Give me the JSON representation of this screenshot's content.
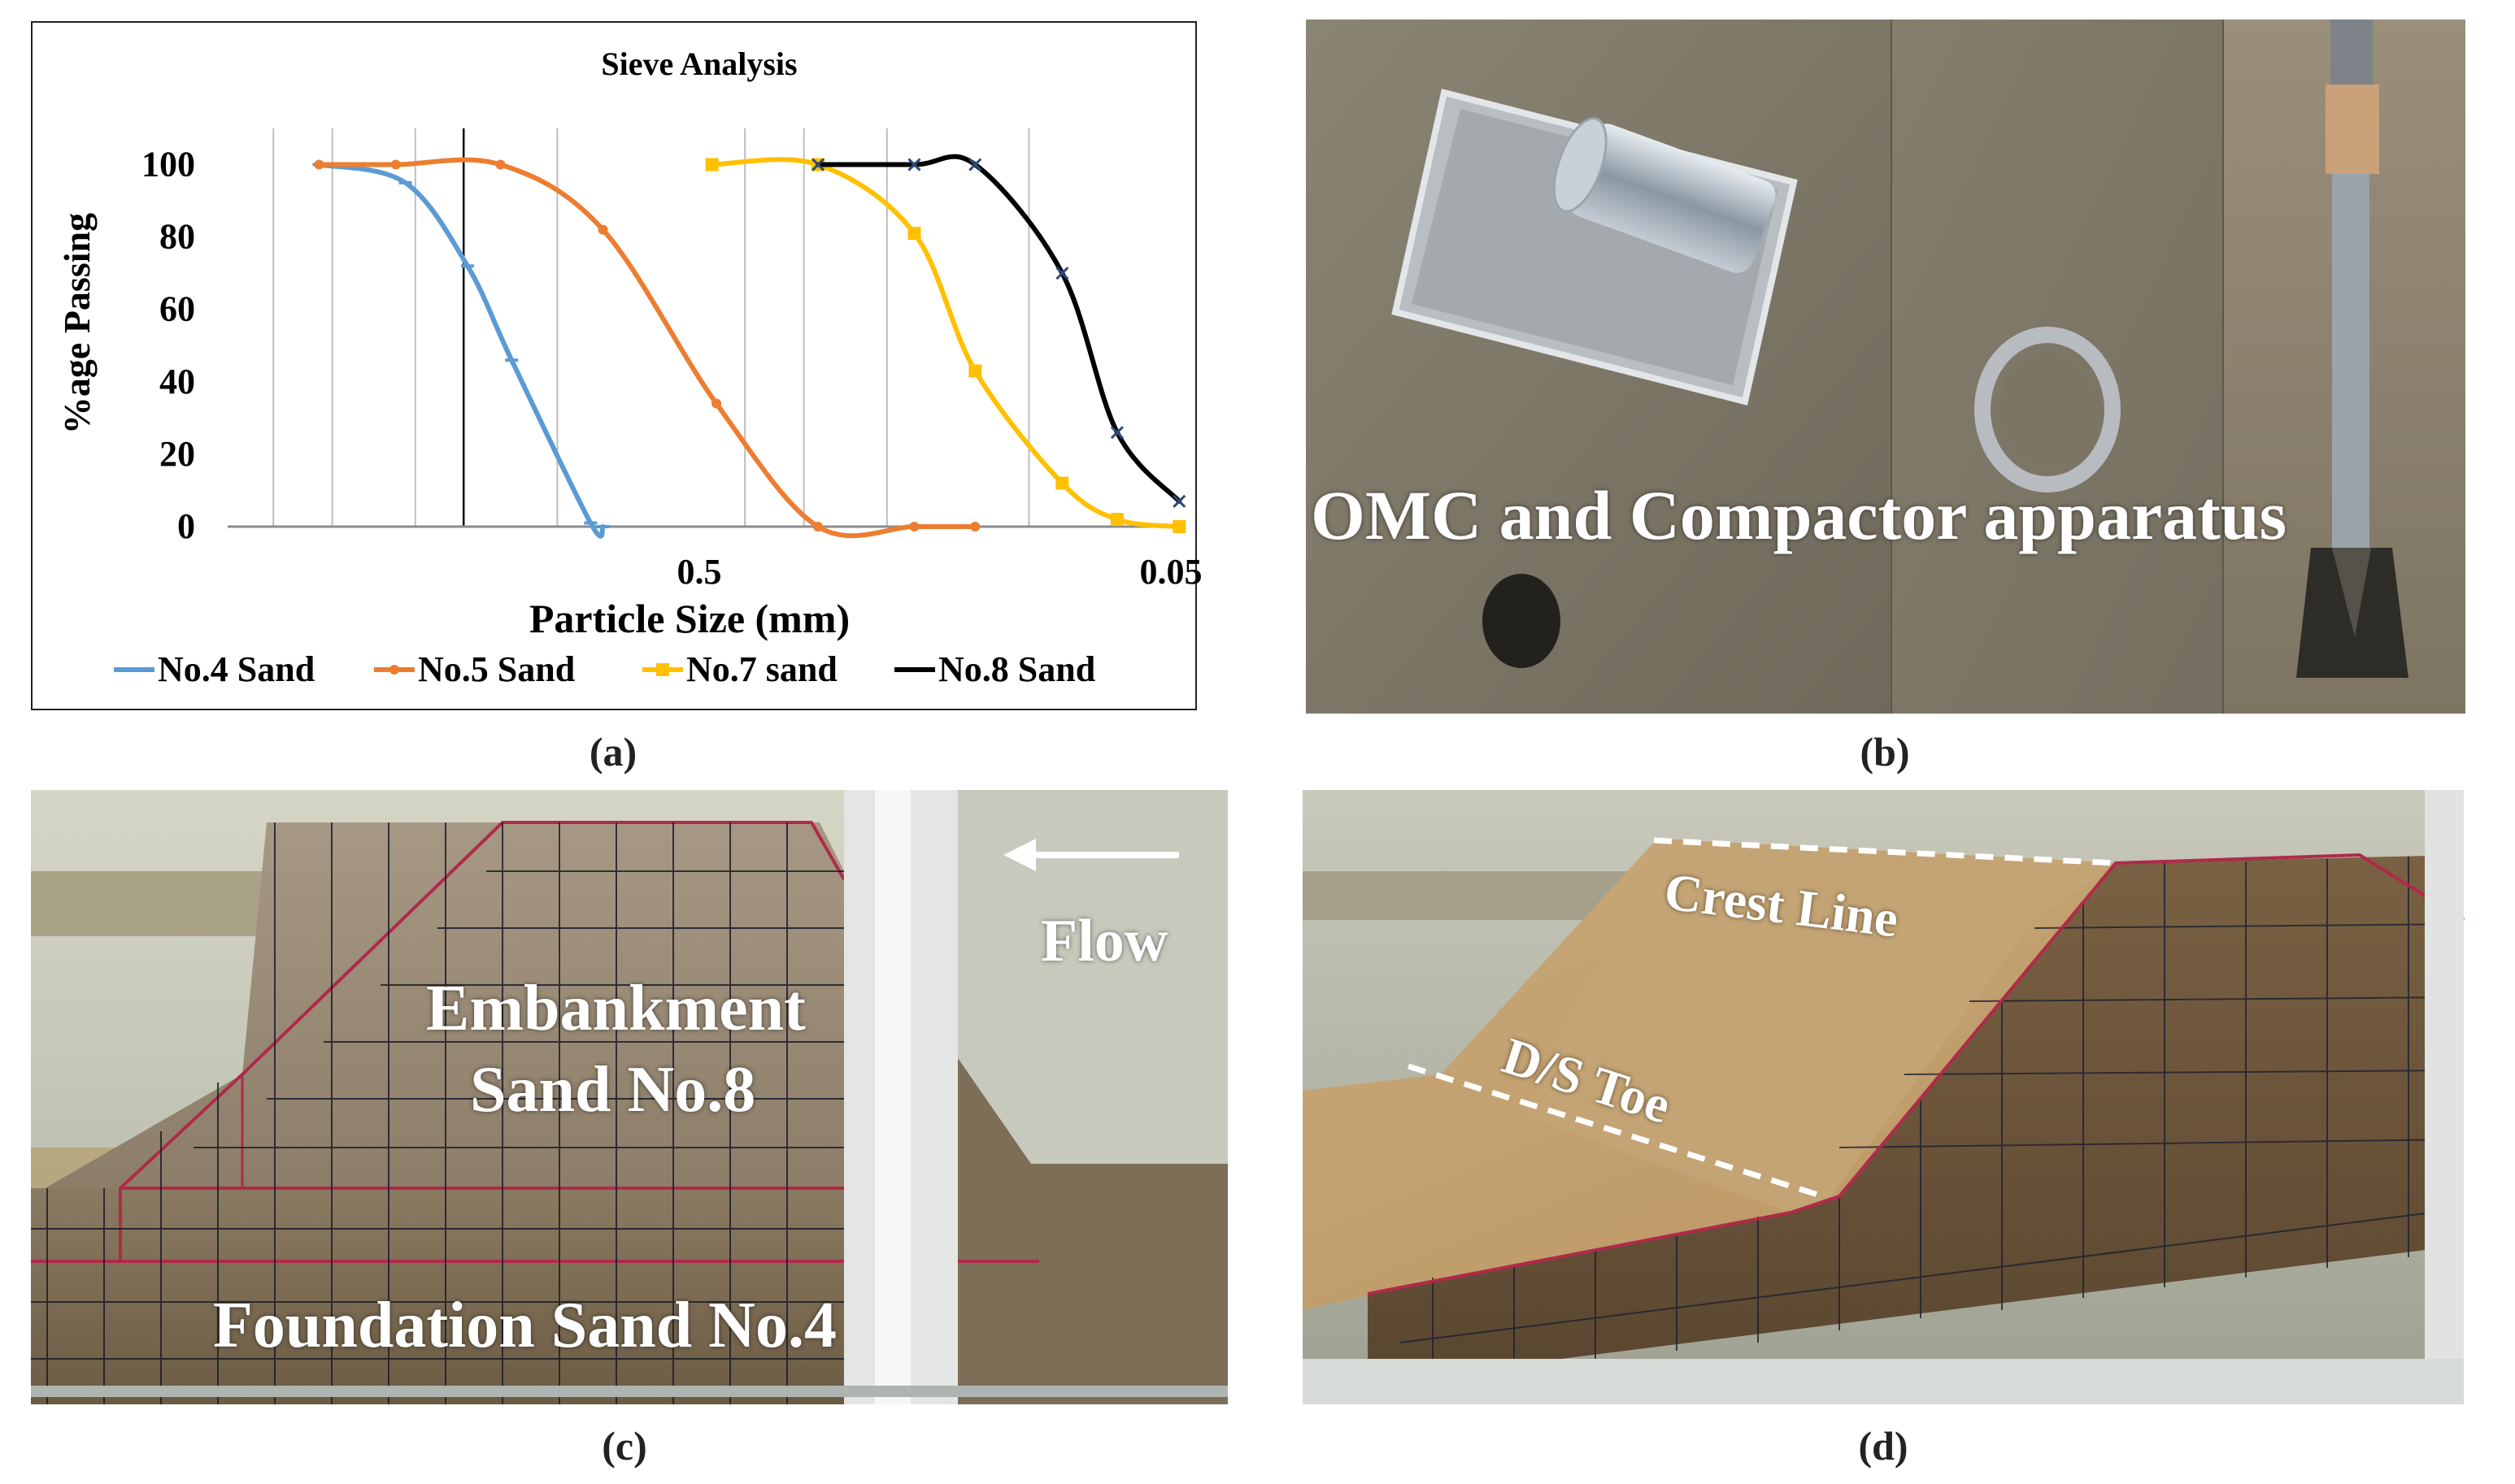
{
  "panels": {
    "a": {
      "caption": "(a)"
    },
    "b": {
      "caption": "(b)",
      "overlay_text": "OMC and Compactor apparatus"
    },
    "c": {
      "caption": "(c)",
      "flow_label": "Flow",
      "embankment_line1": "Embankment",
      "embankment_line2": "Sand No.8",
      "foundation_label": "Foundation Sand No.4"
    },
    "d": {
      "caption": "(d)",
      "crest_label": "Crest Line",
      "toe_label": "D/S Toe"
    }
  },
  "chart_data": {
    "type": "line",
    "title": "Sieve Analysis",
    "xlabel": "Particle Size (mm)",
    "ylabel": "%age Passing",
    "x_scale": "log",
    "x_reversed": true,
    "xlim": [
      5,
      0.05
    ],
    "ylim": [
      0,
      110
    ],
    "y_ticks": [
      0,
      20,
      40,
      60,
      80,
      100
    ],
    "x_tick_labels": [
      {
        "value": 0.5,
        "label": "0.5"
      },
      {
        "value": 0.05,
        "label": "0.05"
      }
    ],
    "legend_position": "bottom",
    "series": [
      {
        "name": "No.4 Sand",
        "color": "#5b9bd5",
        "marker": "-",
        "points": [
          [
            3.2,
            100
          ],
          [
            2.1,
            95
          ],
          [
            1.55,
            72
          ],
          [
            1.25,
            46
          ],
          [
            0.85,
            1
          ],
          [
            0.8,
            0
          ]
        ]
      },
      {
        "name": "No.5 Sand",
        "color": "#ed7d31",
        "marker": "•",
        "points": [
          [
            3.2,
            100
          ],
          [
            2.2,
            100
          ],
          [
            1.32,
            100
          ],
          [
            0.8,
            82
          ],
          [
            0.46,
            34
          ],
          [
            0.28,
            0
          ],
          [
            0.175,
            0
          ],
          [
            0.13,
            0
          ]
        ]
      },
      {
        "name": "No.7 sand",
        "color": "#ffc000",
        "marker": "■",
        "points": [
          [
            0.47,
            100
          ],
          [
            0.28,
            100
          ],
          [
            0.175,
            81
          ],
          [
            0.13,
            43
          ],
          [
            0.085,
            12
          ],
          [
            0.065,
            2
          ],
          [
            0.048,
            0
          ]
        ]
      },
      {
        "name": "No.8 Sand",
        "color": "#000000",
        "marker": "×",
        "points": [
          [
            0.28,
            100
          ],
          [
            0.175,
            100
          ],
          [
            0.13,
            100
          ],
          [
            0.085,
            70
          ],
          [
            0.065,
            26
          ],
          [
            0.048,
            7
          ]
        ]
      }
    ]
  }
}
